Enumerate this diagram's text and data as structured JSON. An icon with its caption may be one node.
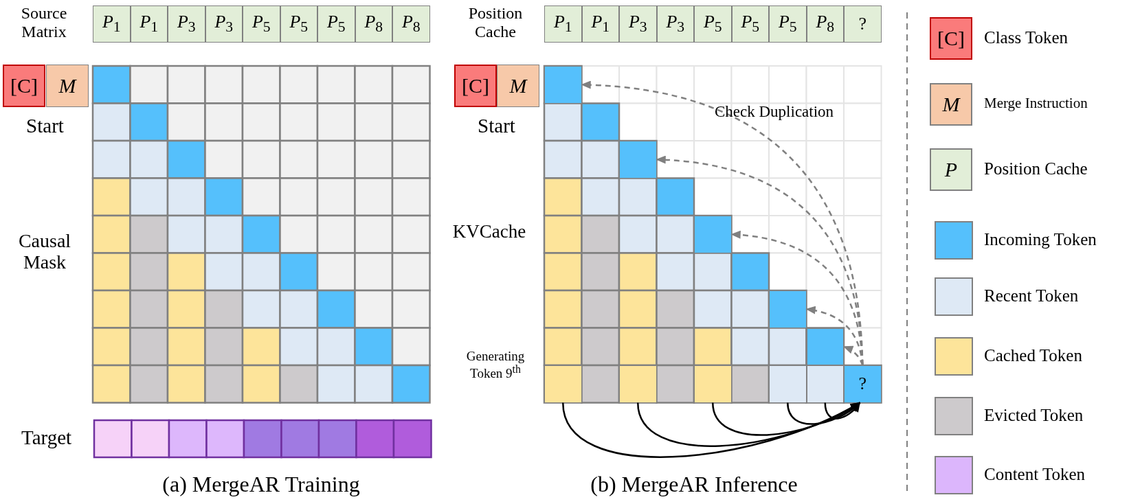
{
  "diagram": {
    "nodes": [
      {
        "text": [
          "*P*$_{1}$"
        ]
      },
      {
        "text": [
          "*P*$_{1}$"
        ]
      },
      {
        "text": [
          "*P*$_{3}$"
        ]
      },
      {
        "text": [
          "*P*$_{3}$"
        ]
      },
      {
        "text": [
          "*P*$_{5}$"
        ]
      },
      {
        "text": [
          "*P*$_{5}$"
        ]
      },
      {
        "text": [
          "*P*$_{5}$"
        ]
      },
      {
        "text": [
          "*P*$_{8}$"
        ]
      },
      {
        "text": [
          "*P*$_{8}$"
        ]
      },
      {
        "text": [
          "*P*$_{1}$"
        ]
      },
      {
        "text": [
          "*P*$_{1}$"
        ]
      },
      {
        "text": [
          "*P*$_{3}$"
        ]
      },
      {
        "text": [
          "*P*$_{3}$"
        ]
      },
      {
        "text": [
          "*P*$_{5}$"
        ]
      },
      {
        "text": [
          "*P*$_{5}$"
        ]
      },
      {
        "text": [
          "*P*$_{5}$"
        ]
      },
      {
        "text": [
          "*P*$_{8}$"
        ]
      },
      {
        "text": [
          "?"
        ]
      },
      {
        "text": [
          "[C]"
        ]
      },
      {
        "text": [
          "M"
        ]
      },
      {
        "text": [
          "[C]"
        ]
      },
      {
        "text": [
          "M"
        ]
      },
      {
        "text": [],
        "shape": "box"
      },
      {
        "text": [],
        "shape": "box"
      },
      {
        "text": [],
        "shape": "box"
      },
      {
        "text": [],
        "shape": "box"
      },
      {
        "text": [],
        "shape": "box"
      },
      {
        "text": [],
        "shape": "box"
      },
      {
        "text": [],
        "shape": "box"
      },
      {
        "text": [],
        "shape": "box"
      },
      {
        "text": [],
        "shape": "box"
      },
      {
        "text": [],
        "shape": "box"
      },
      {
        "text": [
          "?"
        ]
      }
    ],
    "edges": [
      {
        "from": 32,
        "to": 22,
        "arrow": "to",
        "style": "dashed",
        "color": "#808080"
      },
      {
        "from": 32,
        "to": 23,
        "arrow": "to",
        "style": "dashed",
        "color": "#808080"
      },
      {
        "from": 32,
        "to": 24,
        "arrow": "to",
        "style": "dashed",
        "color": "#808080"
      },
      {
        "from": 32,
        "to": 25,
        "arrow": "to",
        "style": "dashed",
        "color": "#808080"
      },
      {
        "from": 32,
        "to": 26,
        "arrow": "to",
        "style": "dashed",
        "color": "#808080"
      },
      {
        "from": 27,
        "to": 32,
        "arrow": "to",
        "color": "#000000"
      },
      {
        "from": 28,
        "to": 32,
        "arrow": "to",
        "color": "#000000"
      },
      {
        "from": 29,
        "to": 32,
        "arrow": "to",
        "color": "#000000"
      },
      {
        "from": 30,
        "to": 32,
        "arrow": "to",
        "color": "#000000"
      },
      {
        "from": 31,
        "to": 32,
        "arrow": "to",
        "color": "#000000"
      }
    ],
    "labels": [
      "Source Matrix",
      "Position Cache",
      "Start",
      "Start",
      "Causal Mask",
      "KVCache",
      "Check Duplication",
      "Generating Token 9$^{th}$",
      "Target",
      "(a) MergeAR Training",
      "(b) MergeAR Inference",
      "[C]",
      "M",
      "P"
    ],
    "legend": [
      {
        "text": "Class Token",
        "color": "#fa7b7b"
      },
      {
        "text": "Merge Instruction",
        "color": "#f7c9a9"
      },
      {
        "text": "Position Cache",
        "color": "#e2eed8"
      },
      {
        "text": "Incoming Token",
        "color": "#55c0fc"
      },
      {
        "text": "Recent Token",
        "color": "#dee9f5"
      },
      {
        "text": "Cached Token",
        "color": "#fde49a"
      },
      {
        "text": "Evicted Token",
        "color": "#cdcacc"
      },
      {
        "text": "Content Token",
        "color": "#dcb6fc"
      }
    ]
  }
}
